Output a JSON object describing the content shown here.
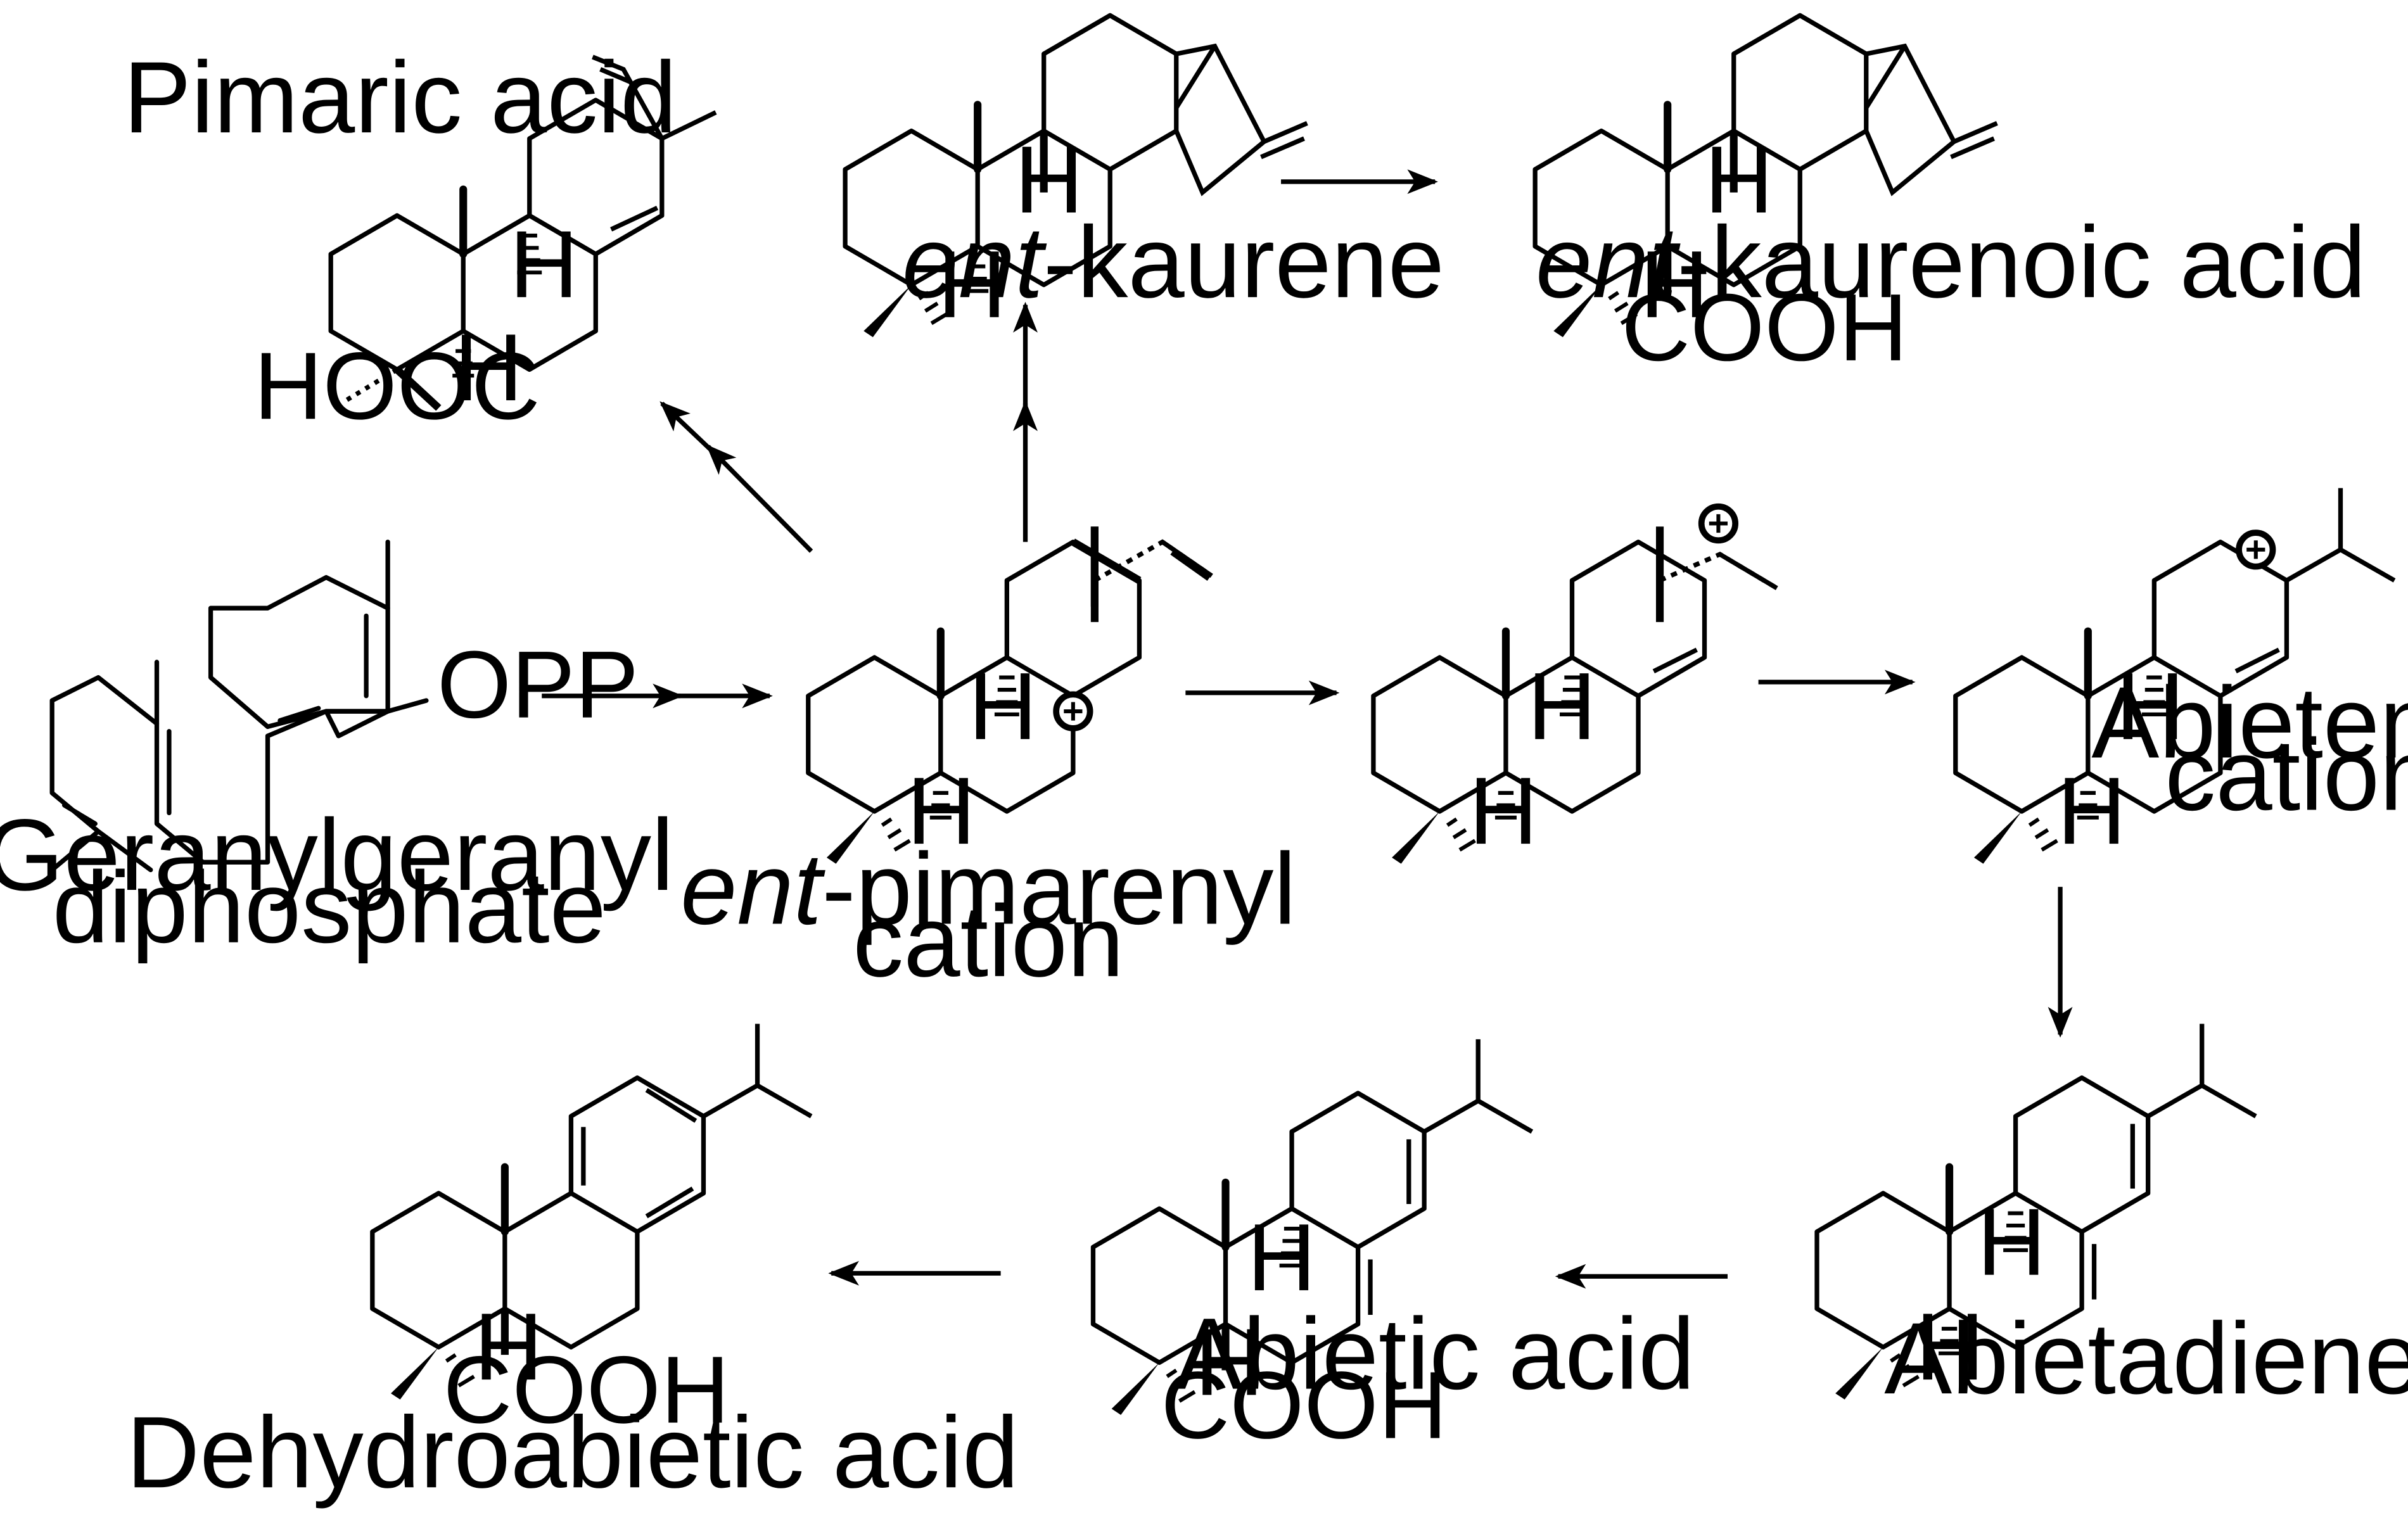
{
  "compounds": {
    "ggpp": {
      "line1": "Geranylgeranyl",
      "line2": "diphosphate",
      "opp": "OPP"
    },
    "pimarenyl": {
      "prefix": "ent",
      "rest": "-pimarenyl",
      "line2": "cation"
    },
    "pimaric": {
      "name": "Pimaric acid",
      "hooc": "HOOC"
    },
    "kaurene": {
      "prefix": "ent",
      "rest": "-kaurene"
    },
    "kaurenoic": {
      "prefix": "ent",
      "rest": "-kaurenoic acid",
      "cooh": "COOH"
    },
    "intermediate": {},
    "abietenyl": {
      "line1": "Abietenyl",
      "line2": "cation"
    },
    "abietadiene": {
      "name": "Abietadiene"
    },
    "abietic": {
      "name": "Abietic acid",
      "cooh": "COOH"
    },
    "dehydroabietic": {
      "name": "Dehydroabietic acid",
      "cooh": "COOH"
    }
  },
  "atoms": {
    "hydrogen": "H",
    "charge": "+"
  },
  "colors": {
    "ink": "#000000",
    "background": "#ffffff"
  }
}
